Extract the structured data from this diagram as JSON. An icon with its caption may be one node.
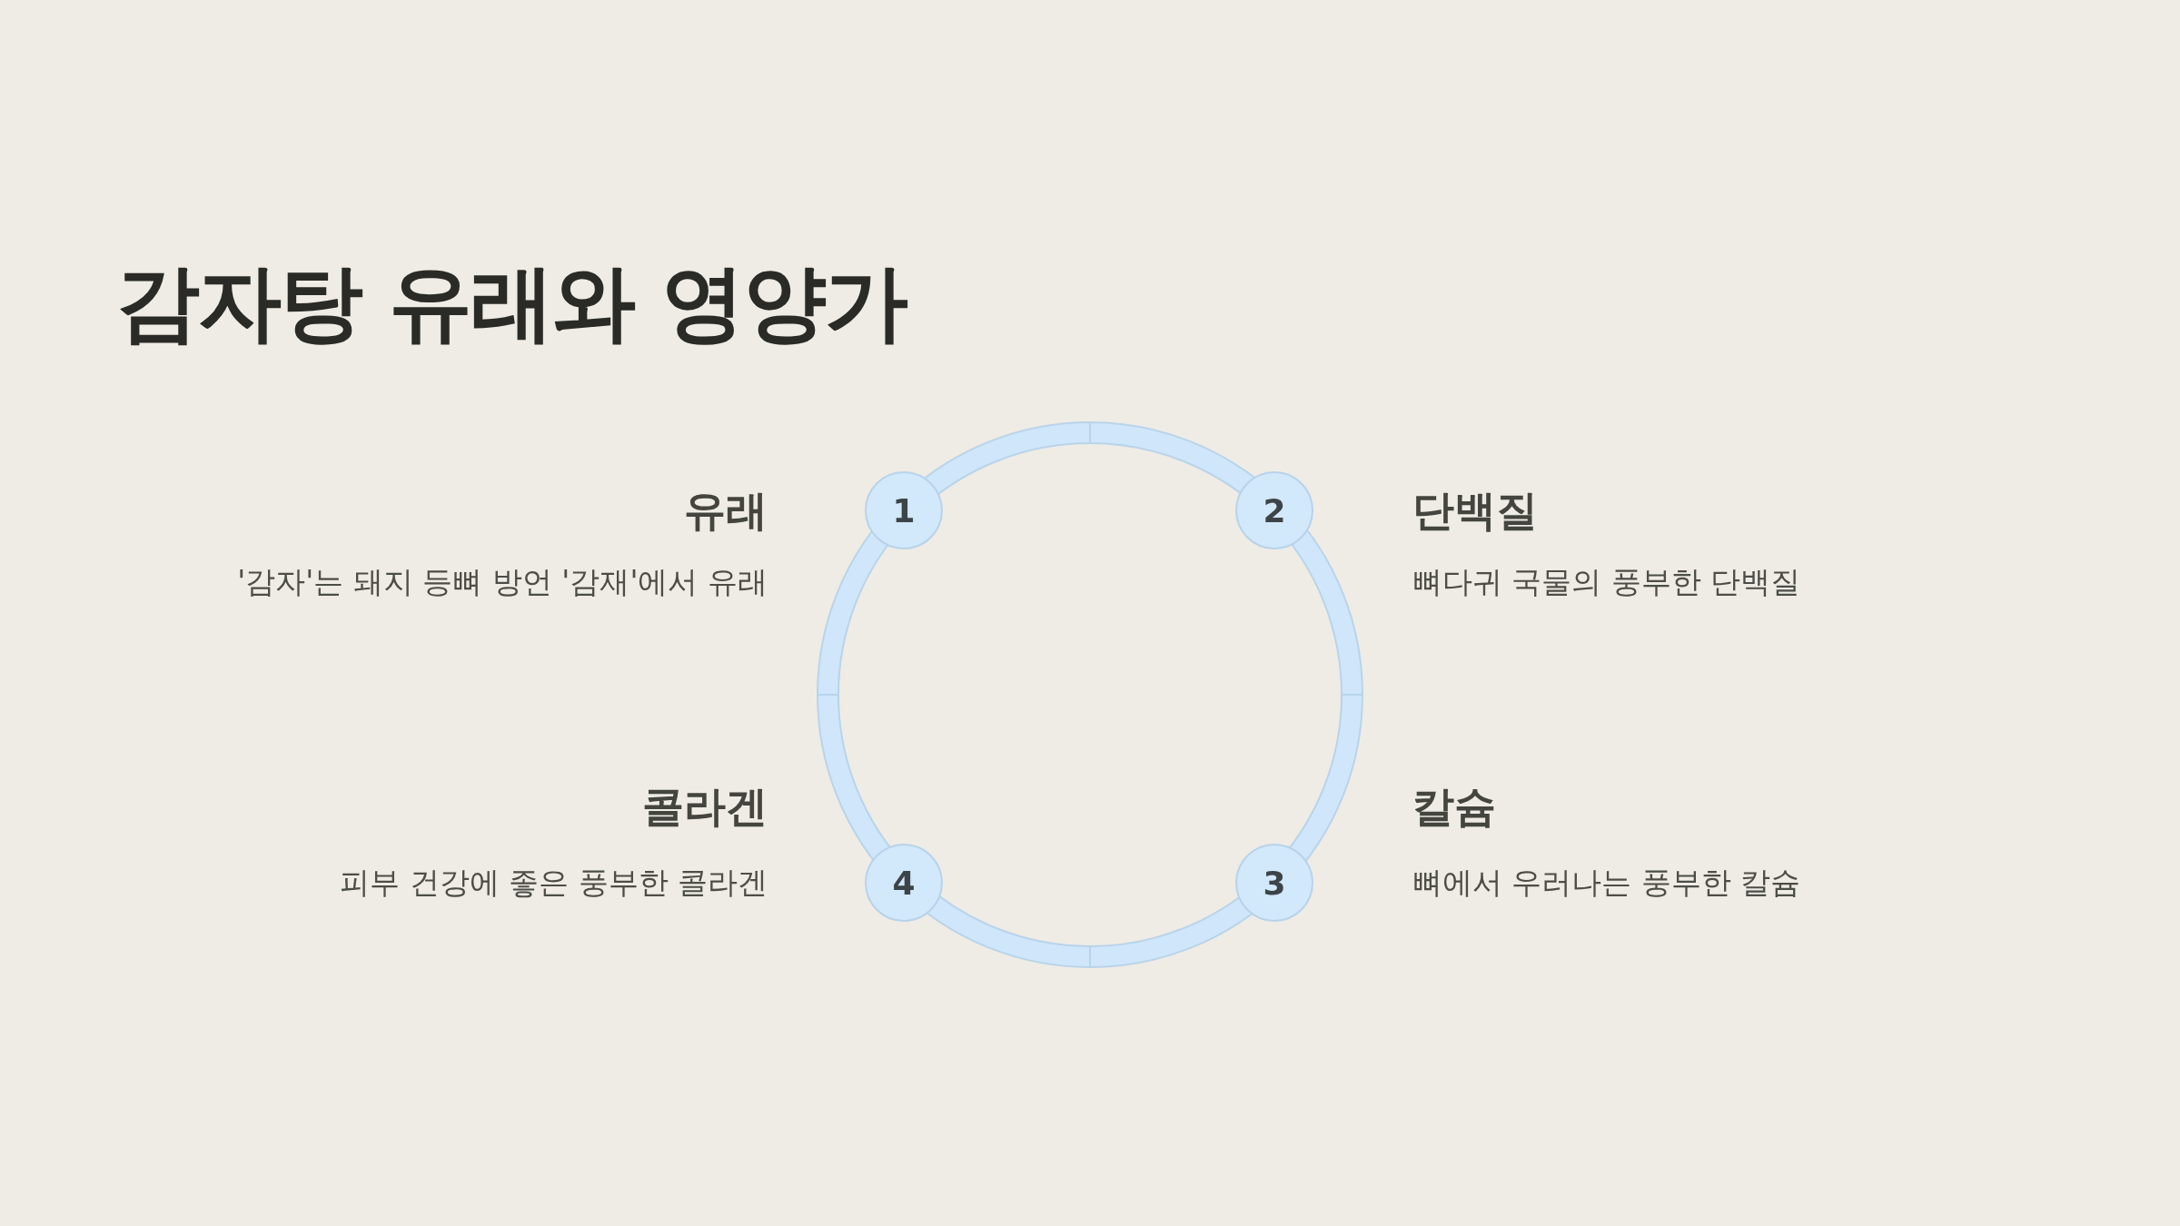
{
  "diagram": {
    "title": "감자탕 유래와 영양가",
    "nodes": [
      {
        "text": [
          "1"
        ],
        "beside": [
          "유래",
          "'감자'는 돼지 등뼈 방언 '감재'에서 유래"
        ]
      },
      {
        "text": [
          "2"
        ],
        "beside": [
          "단백질",
          "뼈다귀 국물의 풍부한 단백질"
        ]
      },
      {
        "text": [
          "3"
        ],
        "beside": [
          "칼슘",
          "뼈에서 우러나는 풍부한 칼슘"
        ]
      },
      {
        "text": [
          "4"
        ],
        "beside": [
          "콜라겐",
          "피부 건강에 좋은 풍부한 콜라겐"
        ]
      }
    ]
  }
}
